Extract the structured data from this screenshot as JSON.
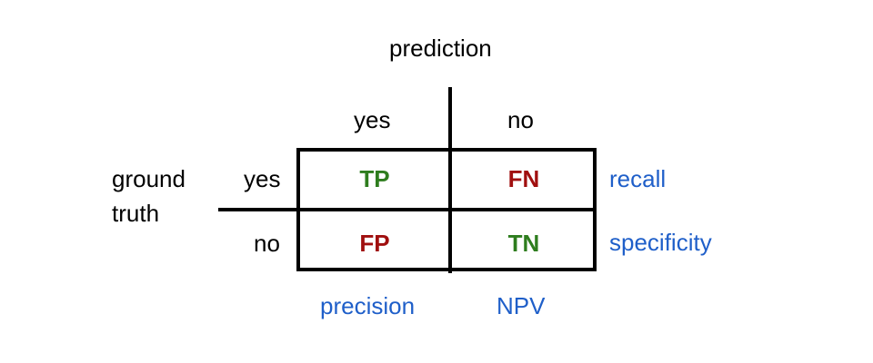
{
  "header": {
    "prediction": "prediction"
  },
  "columns": {
    "yes": "yes",
    "no": "no"
  },
  "rows": {
    "label_line1": "ground",
    "label_line2": "truth",
    "yes": "yes",
    "no": "no"
  },
  "cells": {
    "tp": "TP",
    "fn": "FN",
    "fp": "FP",
    "tn": "TN"
  },
  "metrics": {
    "recall": "recall",
    "specificity": "specificity",
    "precision": "precision",
    "npv": "NPV"
  },
  "colors": {
    "correct": "#2e7d1e",
    "error": "#a00f0f",
    "metric": "#1f5fc9"
  }
}
